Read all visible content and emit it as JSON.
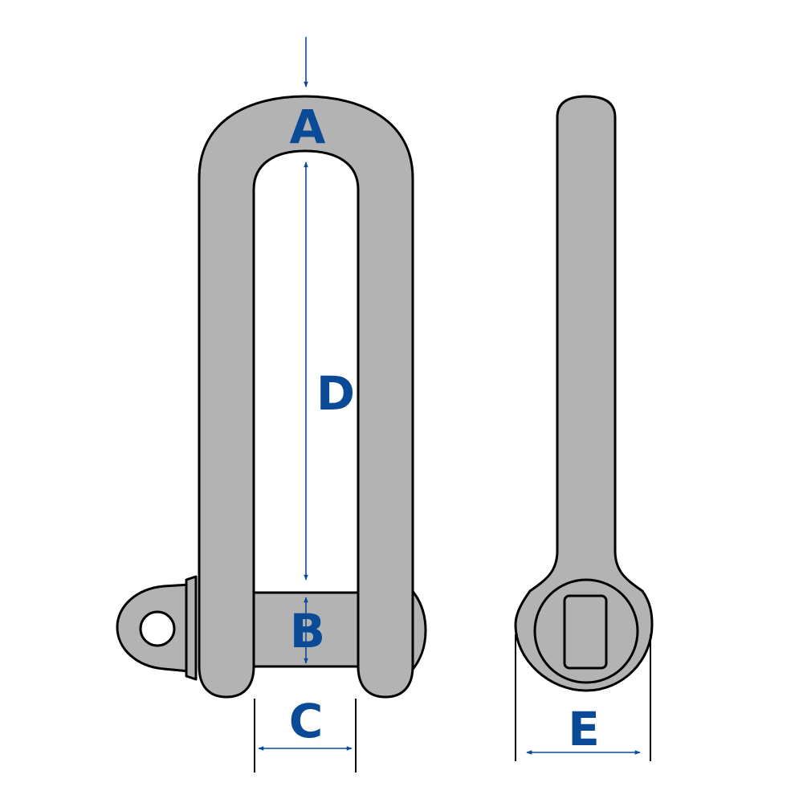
{
  "colors": {
    "metal": "#b3b3b3",
    "outline": "#000000",
    "dimension": "#0b4a96",
    "background": "#ffffff"
  },
  "labels": {
    "a": "A",
    "b": "B",
    "c": "C",
    "d": "D",
    "e": "E"
  }
}
